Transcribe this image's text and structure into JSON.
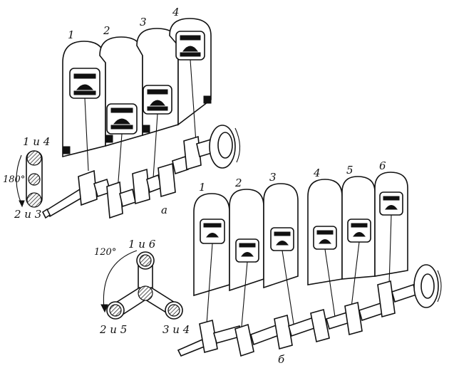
{
  "top_engine": {
    "cylinder_labels": [
      "1",
      "2",
      "3",
      "4"
    ],
    "caption": "а",
    "crank_diagram": {
      "angle": "180°",
      "top_label": "1 и 4",
      "bottom_label": "2 и 3"
    }
  },
  "bottom_engine": {
    "cylinder_labels": [
      "1",
      "2",
      "3",
      "4",
      "5",
      "6"
    ],
    "caption": "б",
    "crank_diagram": {
      "angle": "120°",
      "top_label": "1 и 6",
      "left_label": "2 и 5",
      "right_label": "3 и 4"
    }
  }
}
